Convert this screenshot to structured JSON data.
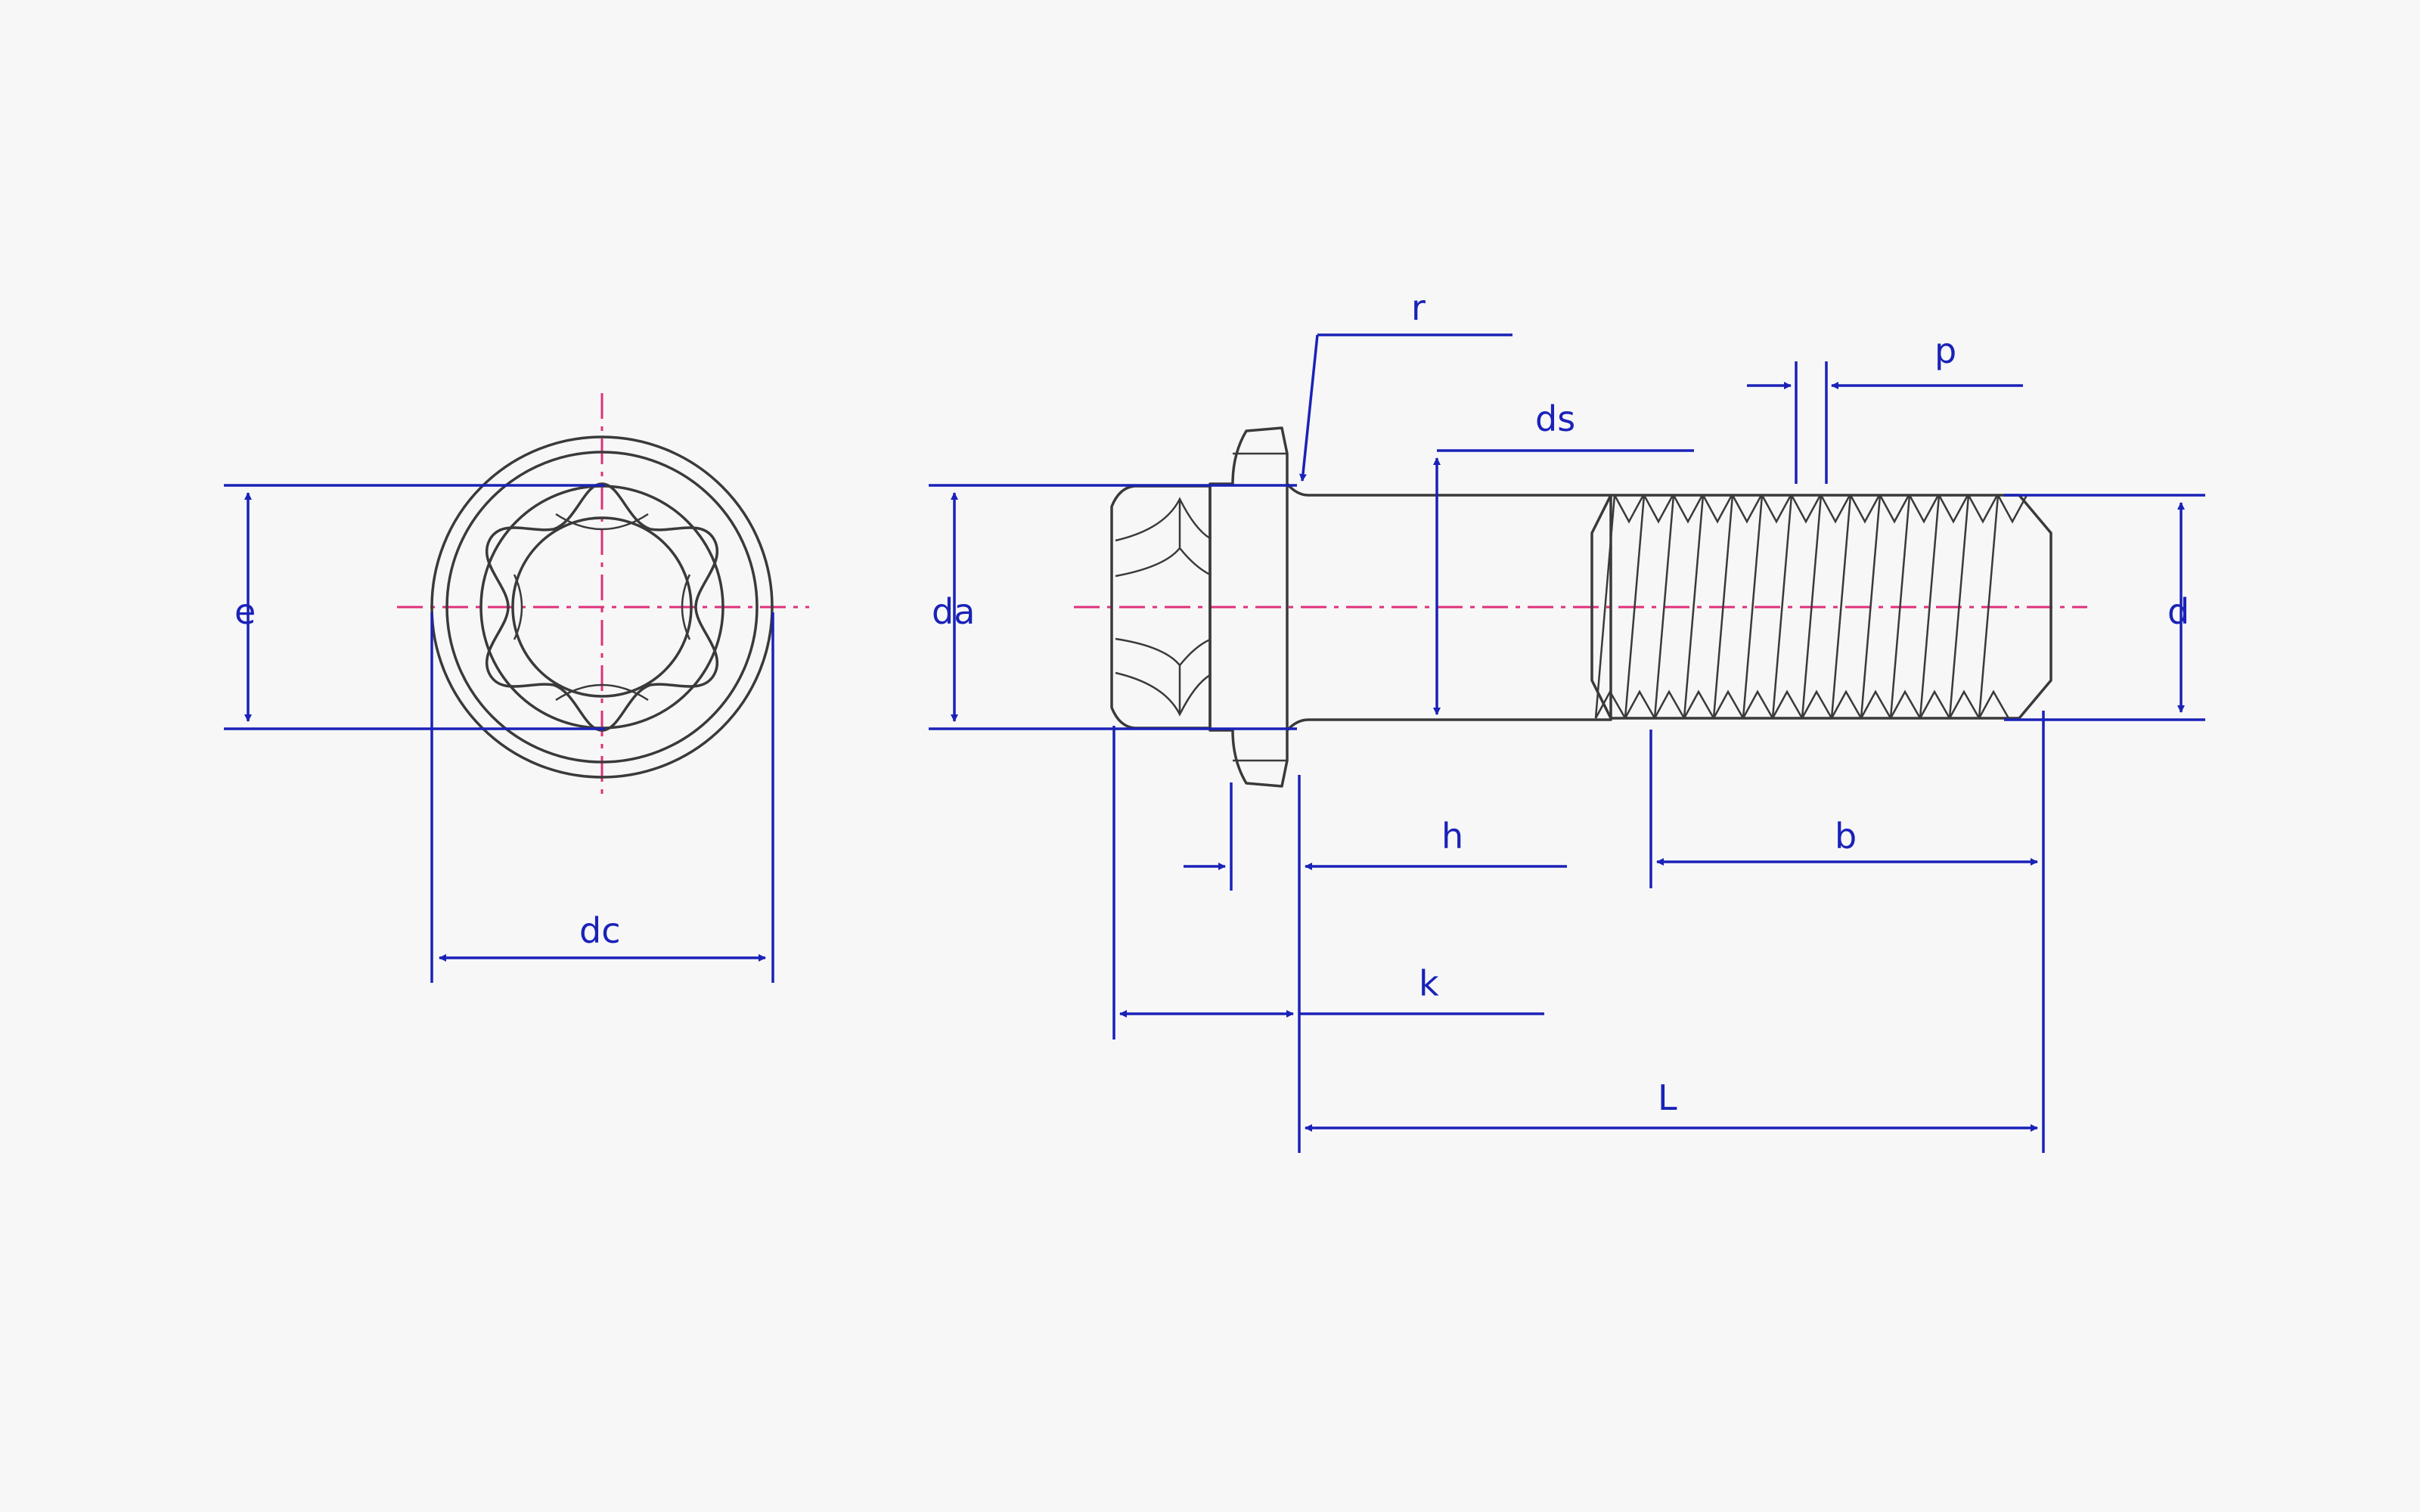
{
  "labels": {
    "e": "e",
    "dc": "dc",
    "da": "da",
    "r": "r",
    "ds": "ds",
    "p": "p",
    "d": "d",
    "h": "h",
    "b": "b",
    "k": "k",
    "L": "L"
  },
  "colors": {
    "dimension": "#1a22b8",
    "centerline": "#e0307a",
    "outline": "#3a3a3a"
  }
}
